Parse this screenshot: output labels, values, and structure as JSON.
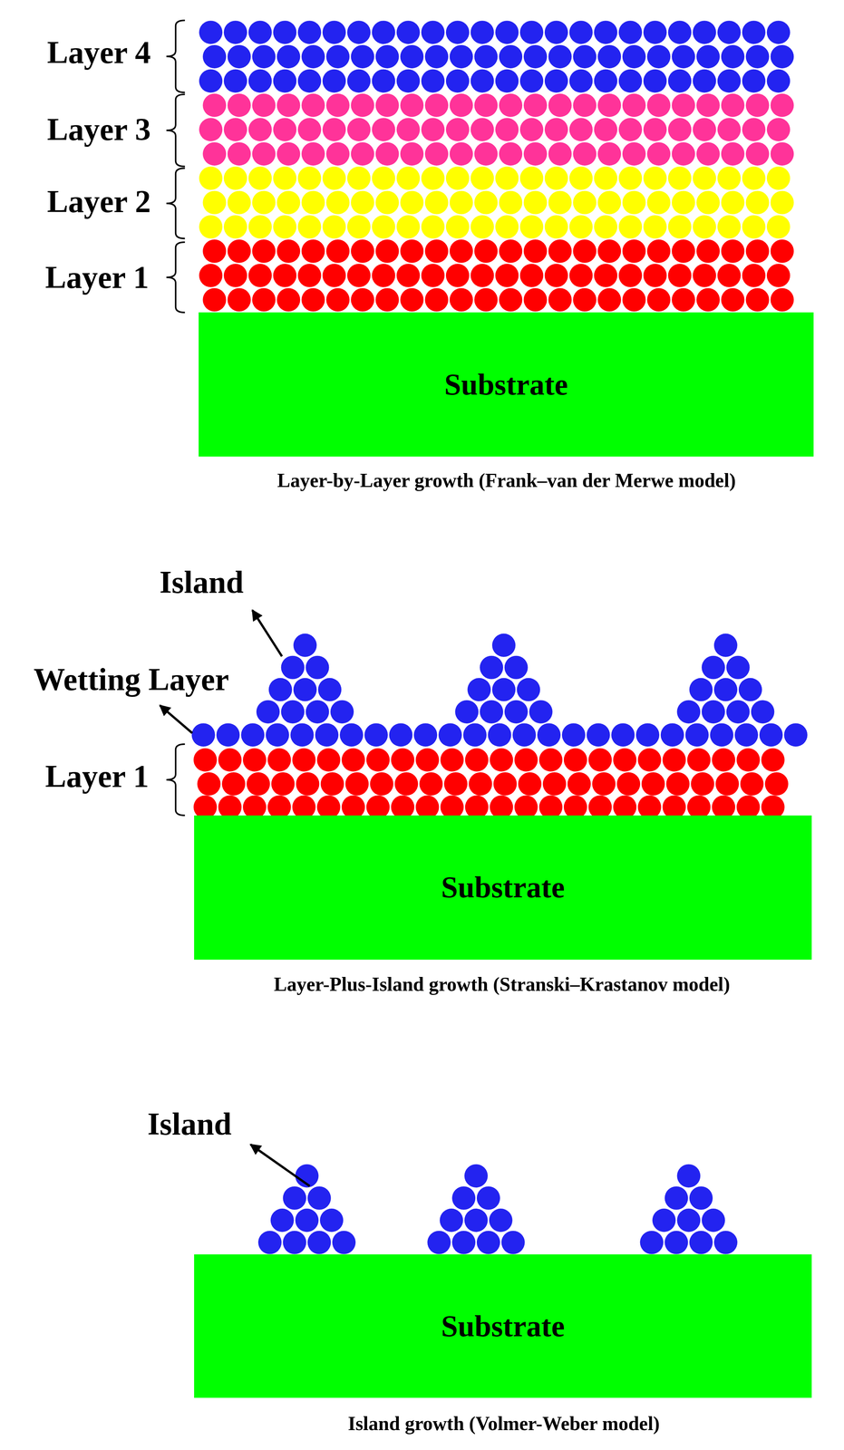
{
  "diagram": {
    "nodes": [
      {
        "text": [
          "Substrate"
        ]
      },
      {
        "text": [
          "Substrate"
        ]
      },
      {
        "text": [
          "Substrate"
        ]
      }
    ],
    "labels": [
      "Layer 4",
      "Layer 3",
      "Layer 2",
      "Layer 1",
      "Layer-by-Layer growth (Frank–van der Merwe model)",
      "Island",
      "Wetting Layer",
      "Layer 1",
      "Layer-Plus-Island growth (Stranski–Krastanov model)",
      "Island",
      "Island growth (Volmer-Weber model)"
    ]
  }
}
